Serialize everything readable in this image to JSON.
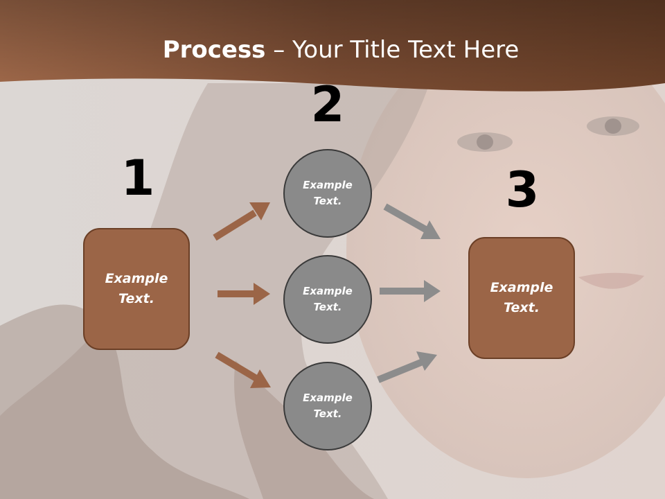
{
  "title": {
    "bold": "Process",
    "rest": " – Your Title Text Here"
  },
  "steps": [
    {
      "number": "1",
      "label": "Example Text."
    },
    {
      "number": "2",
      "circles": [
        {
          "label": "Example Text."
        },
        {
          "label": "Example Text."
        },
        {
          "label": "Example Text."
        }
      ]
    },
    {
      "number": "3",
      "label": "Example Text."
    }
  ],
  "colors": {
    "header": "#8b5a3c",
    "box_fill": "#9b6547",
    "box_border": "#6b3f26",
    "circle_fill": "#8a8a8a",
    "circle_border": "#3a3a3a",
    "arrow_brown": "#9b6547",
    "arrow_gray": "#8c8c8c"
  },
  "icons": {
    "background": "portrait-photo",
    "arrows": "arrow-icon"
  }
}
